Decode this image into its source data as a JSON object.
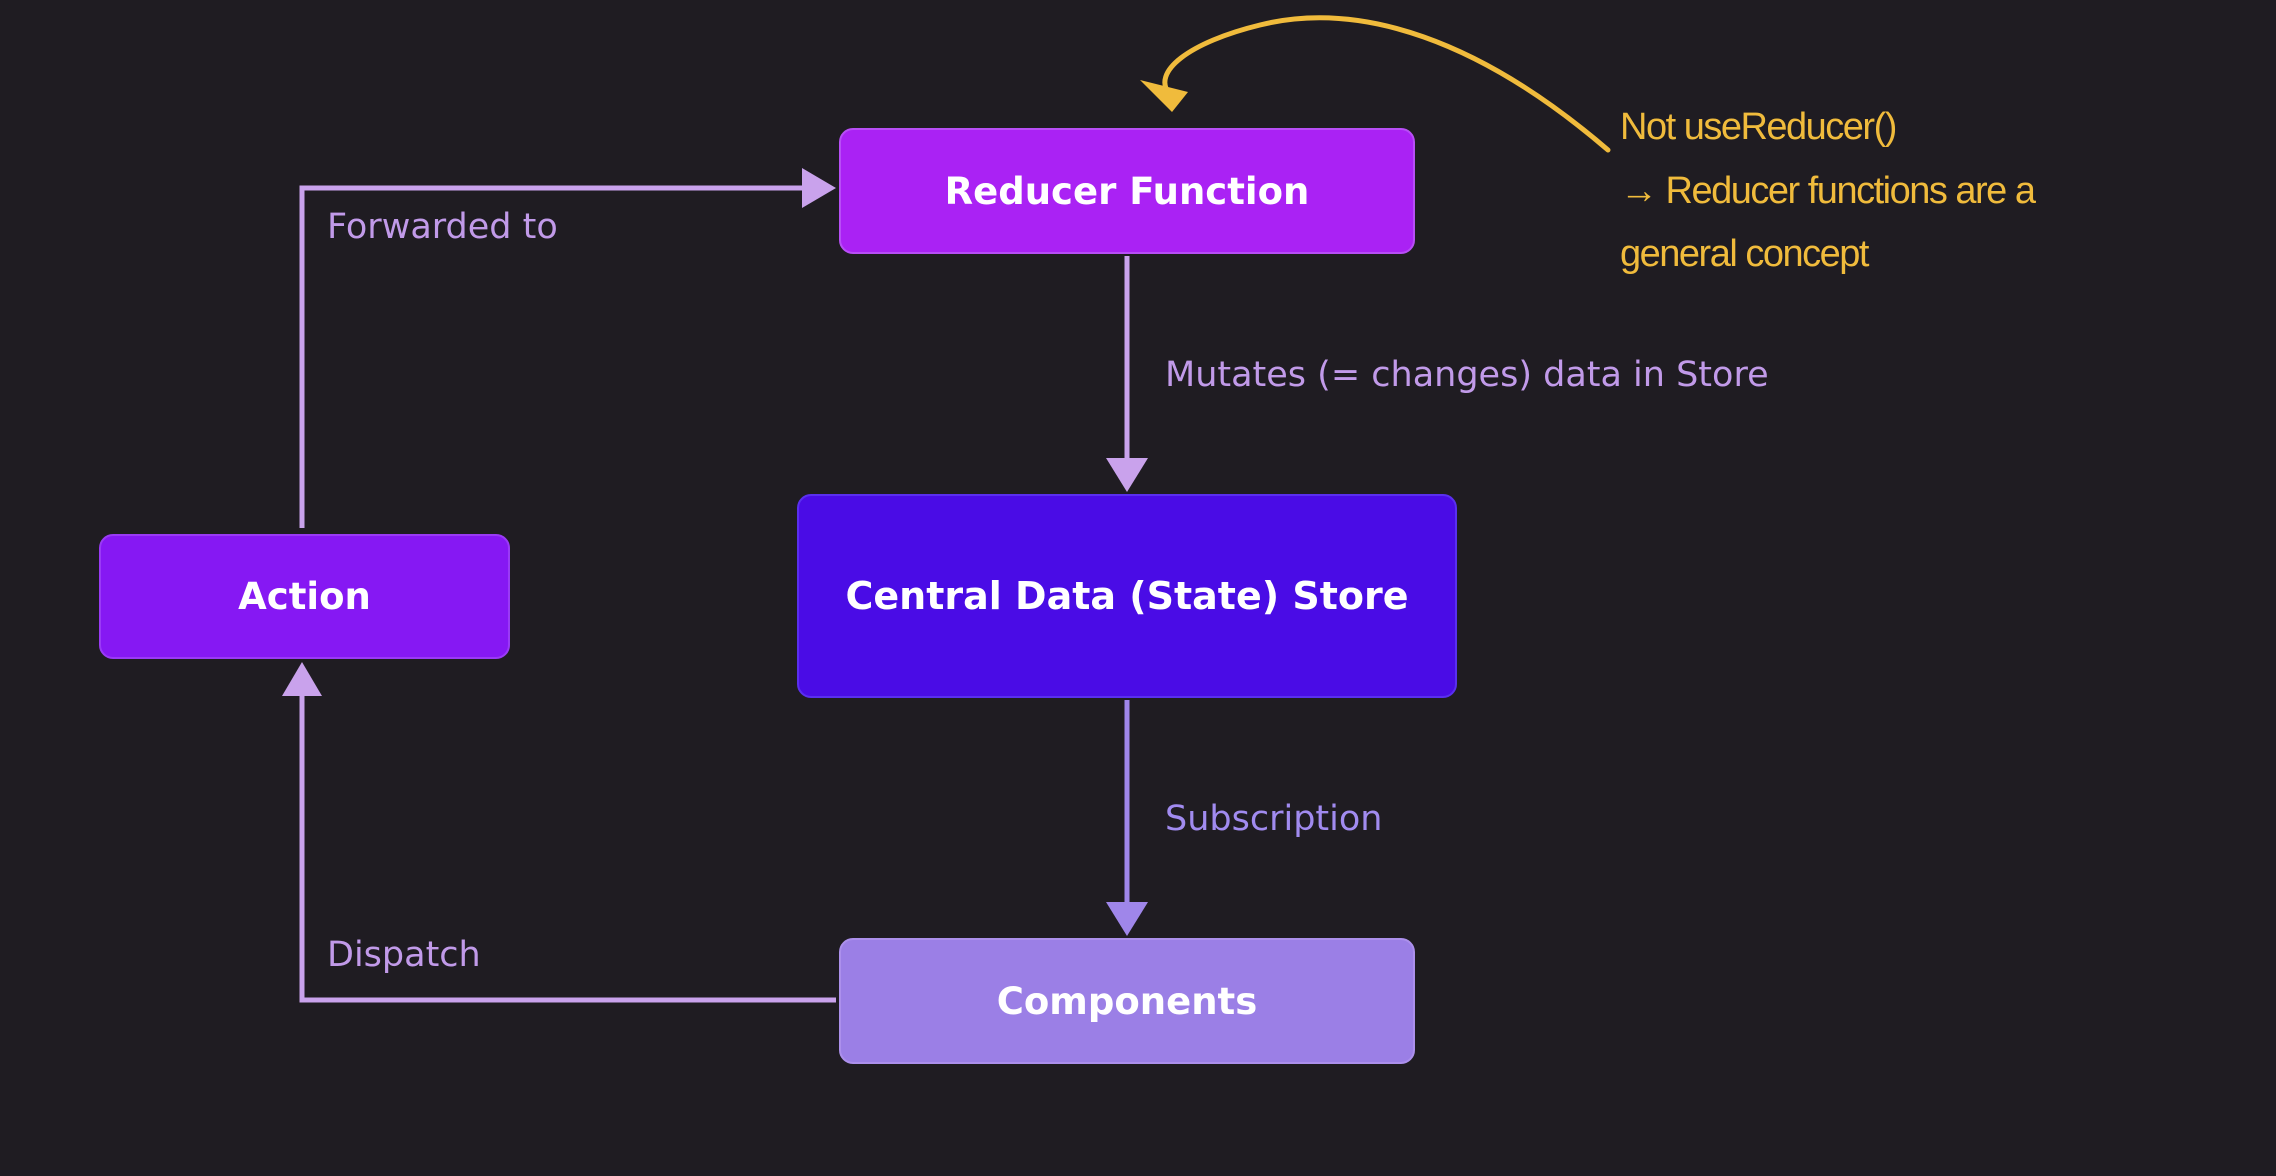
{
  "colors": {
    "background": "#1f1c22",
    "reducer_box": "#aa22f4",
    "store_box": "#4a0ce6",
    "action_box": "#8618f3",
    "components_box": "#9b7fe6",
    "arrow_pink": "#c9a2ec",
    "arrow_purple": "#9f86ea",
    "label_pink": "#c19ae9",
    "label_purple": "#a18bf0",
    "note_yellow": "#f0bb3c"
  },
  "boxes": {
    "reducer": "Reducer Function",
    "store": "Central Data (State) Store",
    "action": "Action",
    "components": "Components"
  },
  "labels": {
    "forwarded": "Forwarded to",
    "mutates": "Mutates (= changes) data in Store",
    "subscription": "Subscription",
    "dispatch": "Dispatch"
  },
  "note": {
    "line1": "Not useReducer()",
    "line2": "→ Reducer functions are a",
    "line3": "general concept"
  }
}
